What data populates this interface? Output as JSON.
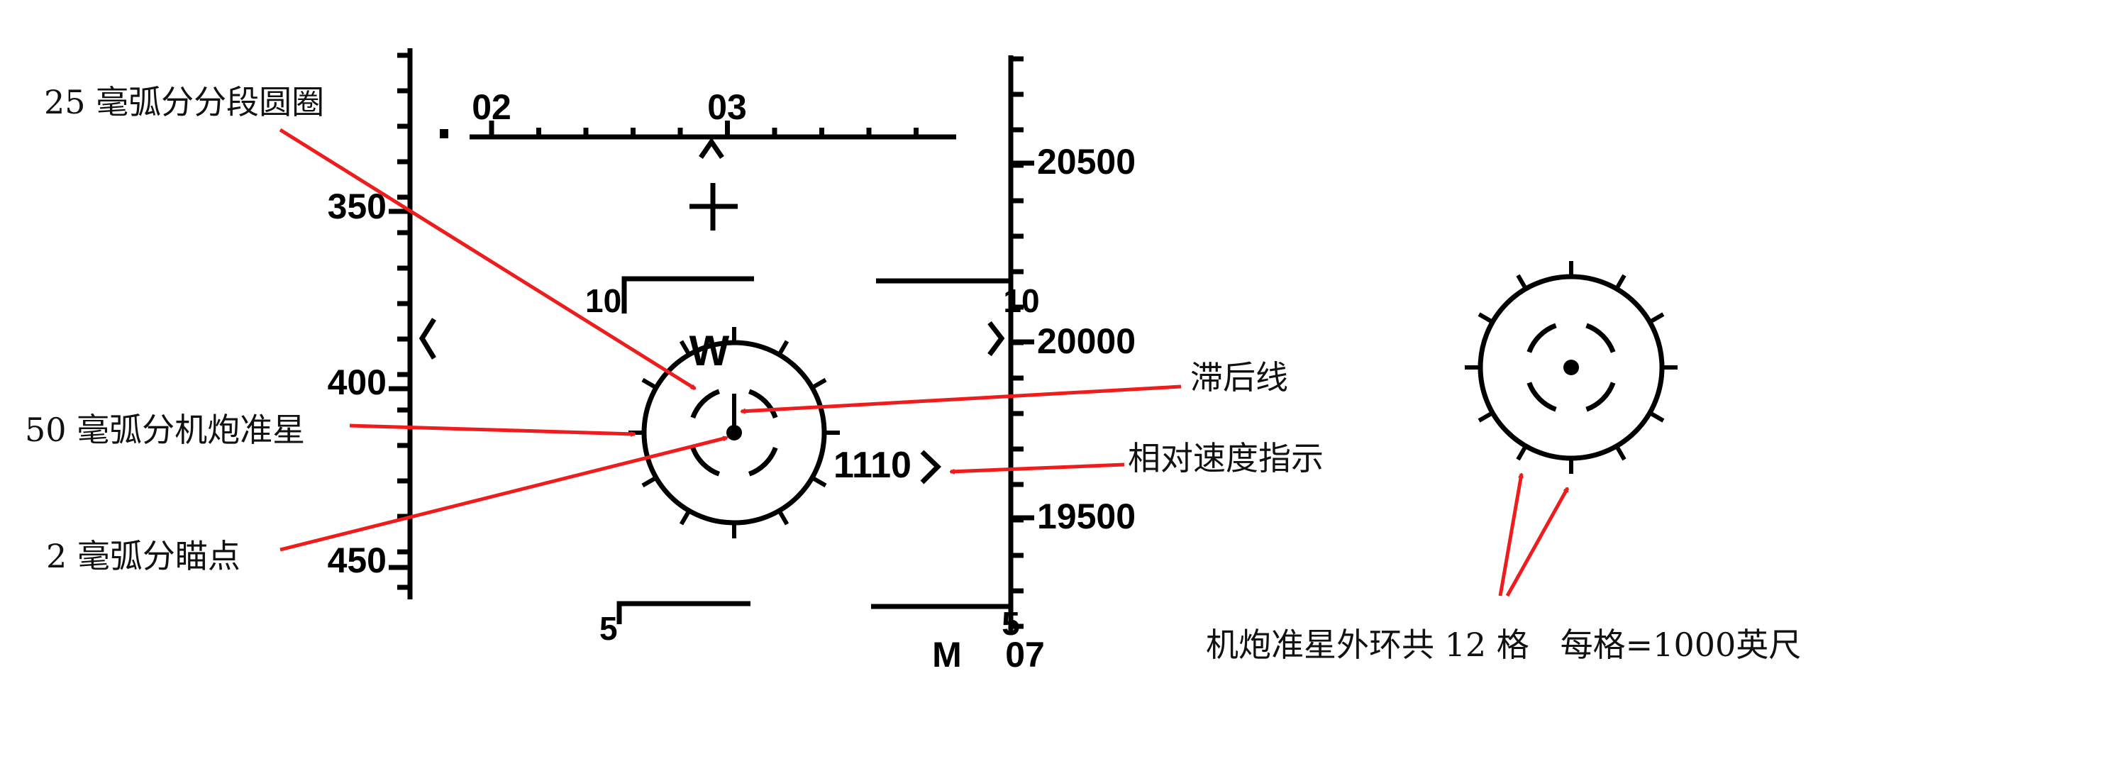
{
  "hud": {
    "heading_ticks": [
      "02",
      "03"
    ],
    "speed_ticks": [
      "350",
      "400",
      "450"
    ],
    "altitude_ticks": [
      "20500",
      "20000",
      "19500"
    ],
    "pitch_upper_left": "10",
    "pitch_upper_right": "10",
    "pitch_lower_left": "5",
    "pitch_lower_right": "5",
    "closure_rate": "1110",
    "mode_letter": "M",
    "bottom_right_value": "07",
    "waterline_letter": "W"
  },
  "annotations": {
    "segmented_circle": "25 毫弧分分段圆圈",
    "gun_reticle": "50 毫弧分机炮准星",
    "aim_dot": "2 毫弧分瞄点",
    "lag_line": "滞后线",
    "closure_indicator": "相对速度指示",
    "ring_note": "机炮准星外环共 12 格   每格=1000英尺"
  },
  "colors": {
    "hud": "#000000",
    "annotation_arrow": "#ee1c1c"
  }
}
